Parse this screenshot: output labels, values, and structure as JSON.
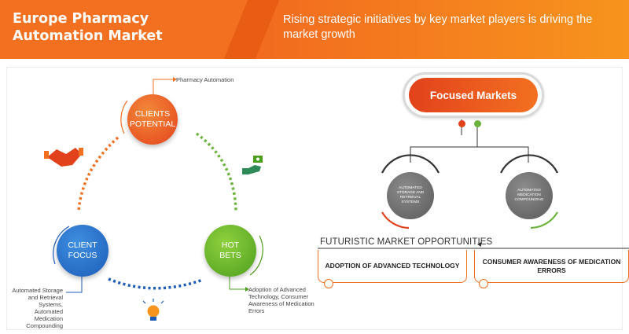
{
  "header": {
    "title": "Europe Pharmacy Automation Market",
    "subtitle": "Rising strategic initiatives by key market players is driving the market growth"
  },
  "cycle": {
    "clients_potential": {
      "label": "CLIENTS POTENTIAL",
      "note": "Pharmacy Automation"
    },
    "client_focus": {
      "label": "CLIENT FOCUS",
      "note": "Automated Storage and Retrieval Systems, Automated Medication Compounding"
    },
    "hot_bets": {
      "label": "HOT BETS",
      "note": "Adoption of Advanced Technology, Consumer Awareness of Medication Errors"
    },
    "icons": [
      "handshake-icon",
      "hand-money-icon",
      "lightbulb-icon"
    ]
  },
  "focused_markets": {
    "title": "Focused Markets",
    "items": [
      "AUTOMATED STORAGE AND RETRIEVAL SYSTEMS",
      "AUTOMATED MEDICATION COMPOUNDING"
    ]
  },
  "futuristic": {
    "title": "FUTURISTIC MARKET OPPORTUNITIES",
    "items": [
      "ADOPTION OF ADVANCED TECHNOLOGY",
      "CONSUMER AWARENESS OF MEDICATION ERRORS"
    ]
  },
  "colors": {
    "brand_orange": "#f37021",
    "red": "#e2421b",
    "blue": "#1c5cb8",
    "green": "#4e9e1e",
    "grey": "#6b6b6b"
  }
}
